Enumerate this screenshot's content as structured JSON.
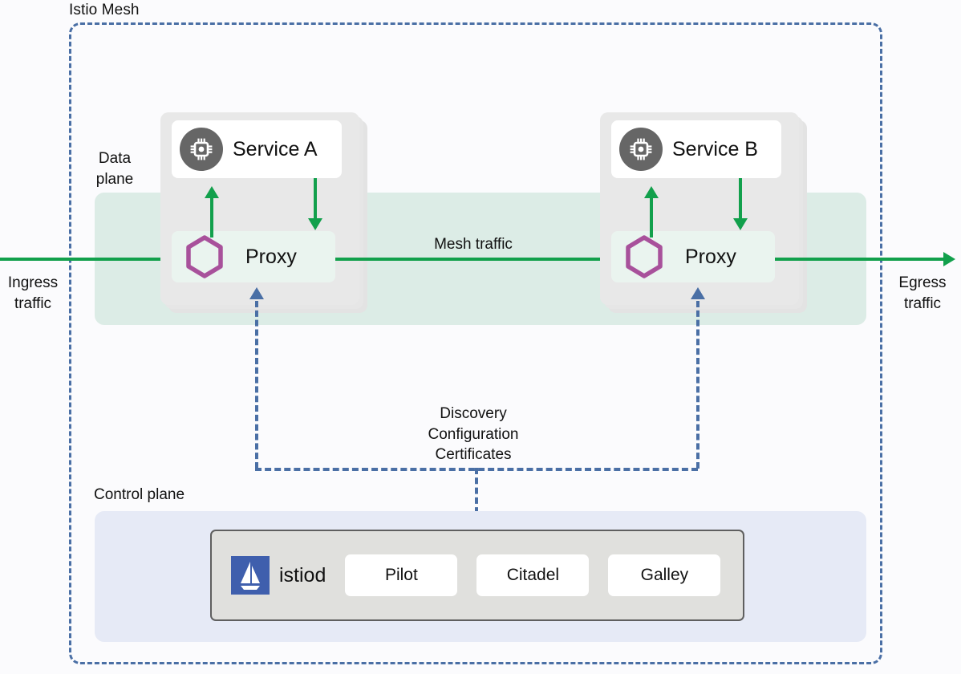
{
  "diagram": {
    "title": "Istio Mesh",
    "planes": {
      "data_plane_label": "Data\nplane",
      "control_plane_label": "Control plane"
    },
    "traffic": {
      "ingress_label": "Ingress\ntraffic",
      "egress_label": "Egress\ntraffic",
      "mesh_label": "Mesh traffic"
    },
    "control_flow_label": "Discovery\nConfiguration\nCertificates",
    "pods": [
      {
        "service_label": "Service A",
        "proxy_label": "Proxy",
        "service_icon": "chip-icon",
        "proxy_icon": "hexagon-icon"
      },
      {
        "service_label": "Service B",
        "proxy_label": "Proxy",
        "service_icon": "chip-icon",
        "proxy_icon": "hexagon-icon"
      }
    ],
    "control_plane": {
      "istiod_label": "istiod",
      "istiod_icon": "istio-sail-logo",
      "components": [
        {
          "label": "Pilot"
        },
        {
          "label": "Citadel"
        },
        {
          "label": "Galley"
        }
      ]
    },
    "colors": {
      "mesh_border": "#4a6fa5",
      "traffic_green": "#12a04c",
      "data_plane_band": "#dcece6",
      "control_plane_panel": "#e6eaf6",
      "istiod_blue": "#3f5fad",
      "proxy_hexagon": "#a8519b",
      "service_icon_gray": "#666666",
      "pod_gray": "#e8e8e8"
    }
  }
}
